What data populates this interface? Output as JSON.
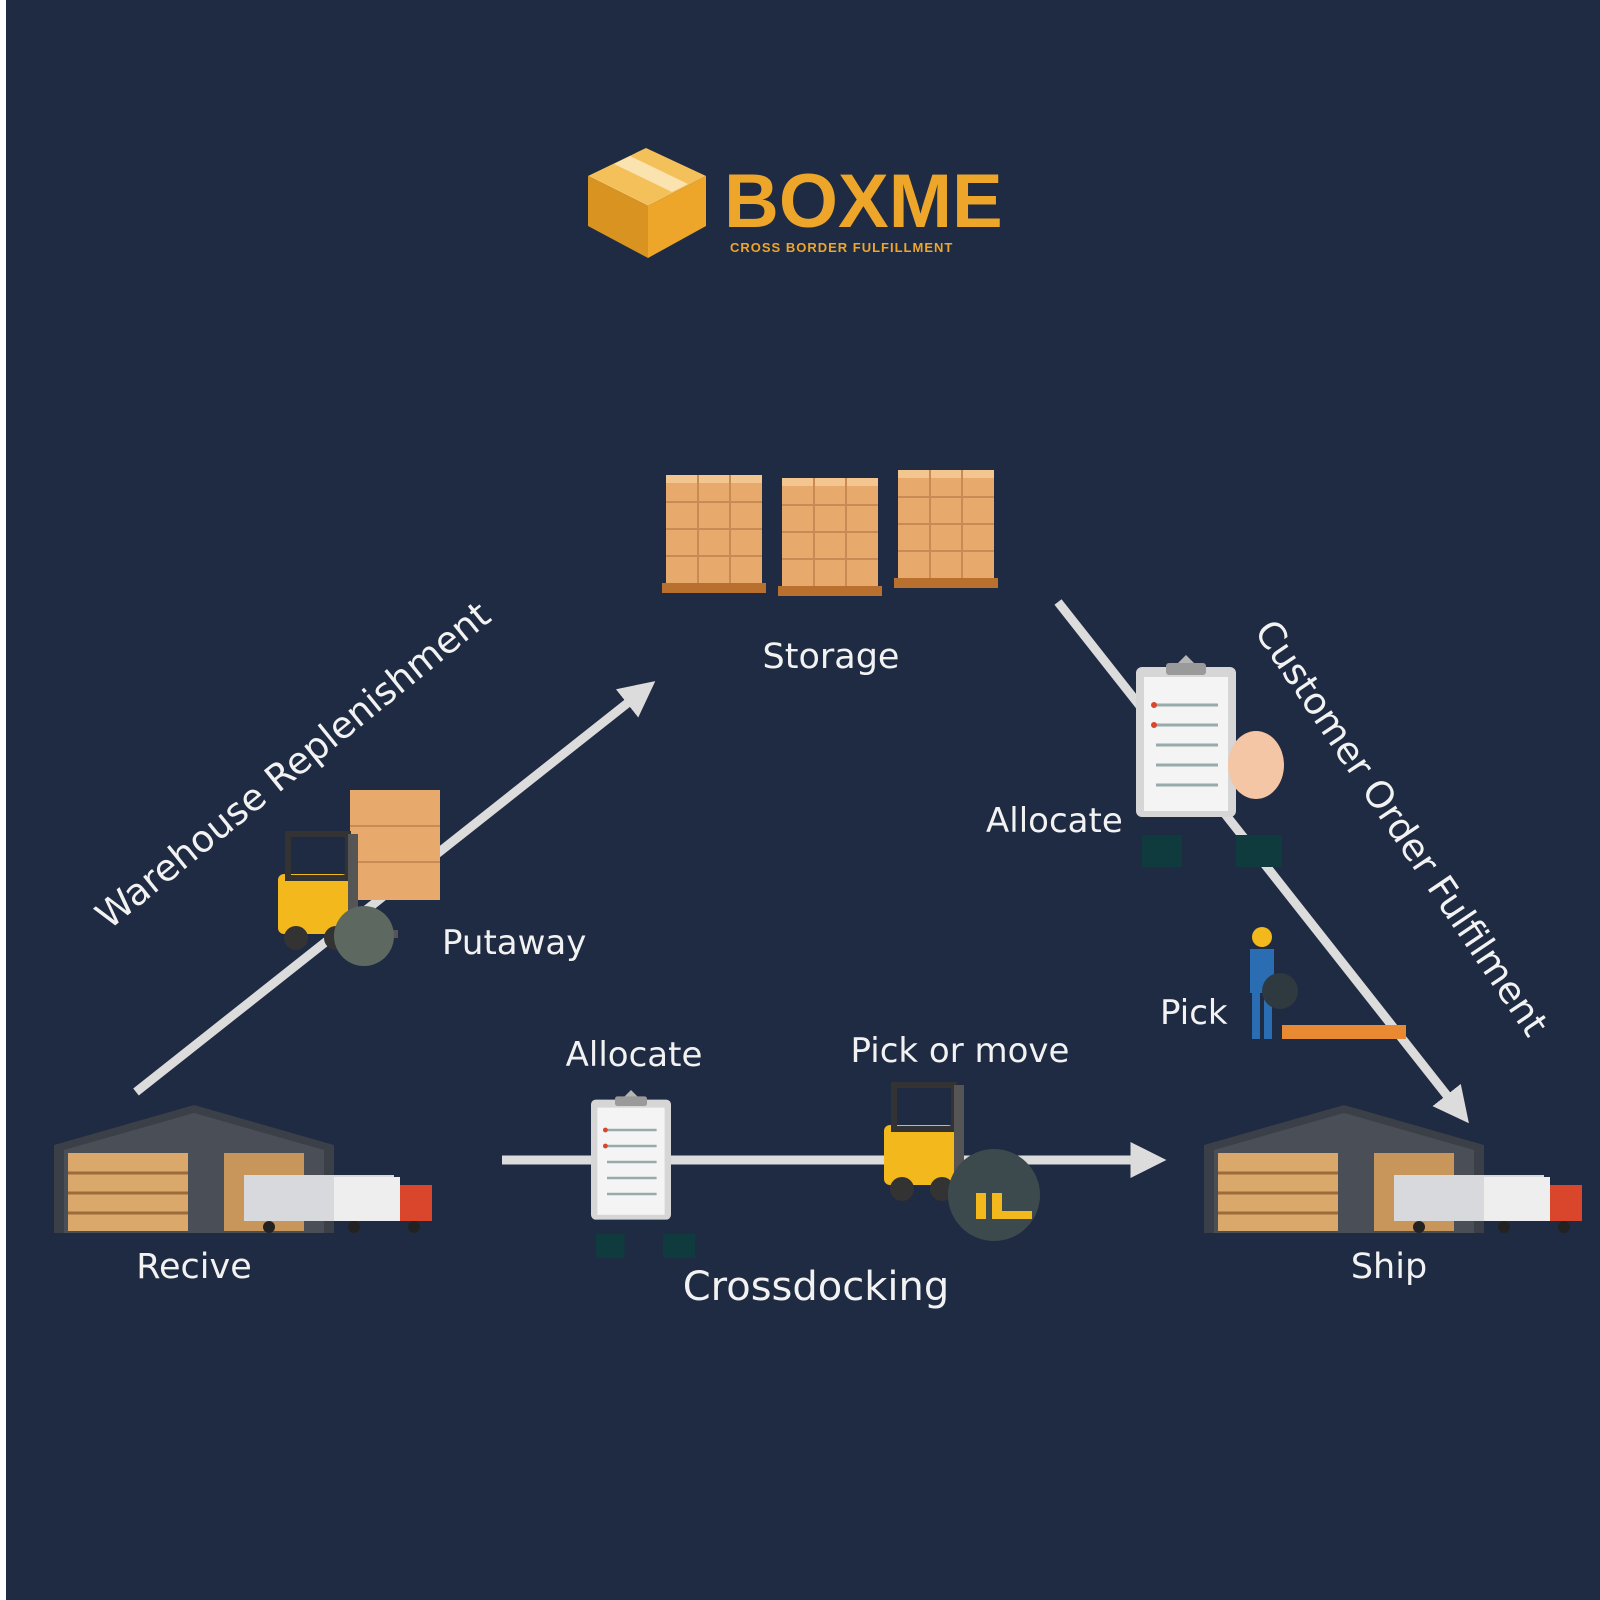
{
  "brand": {
    "name": "BOXME",
    "tagline": "CROSS BORDER FULFILLMENT"
  },
  "nodes": {
    "receive": "Recive",
    "storage": "Storage",
    "ship": "Ship"
  },
  "steps": {
    "putaway": "Putaway",
    "allocate_top": "Allocate",
    "pick": "Pick",
    "allocate_bottom": "Allocate",
    "pick_or_move": "Pick or move"
  },
  "flows": {
    "warehouse_replenishment": "Warehouse Replenishment",
    "customer_order_fulfilment": "Customer Order Fulfilment",
    "crossdocking": "Crossdocking"
  },
  "colors": {
    "background": "#1f2b42",
    "accent": "#eea62a",
    "arrow": "#dcdcdc",
    "label": "#f2f2f2"
  },
  "icons": {
    "logo": "box-icon",
    "pallets": "pallet-stack-icon",
    "forklift": "forklift-icon",
    "clipboard": "clipboard-icon",
    "worker": "worker-with-pallet-jack-icon",
    "warehouse": "warehouse-truck-icon"
  }
}
